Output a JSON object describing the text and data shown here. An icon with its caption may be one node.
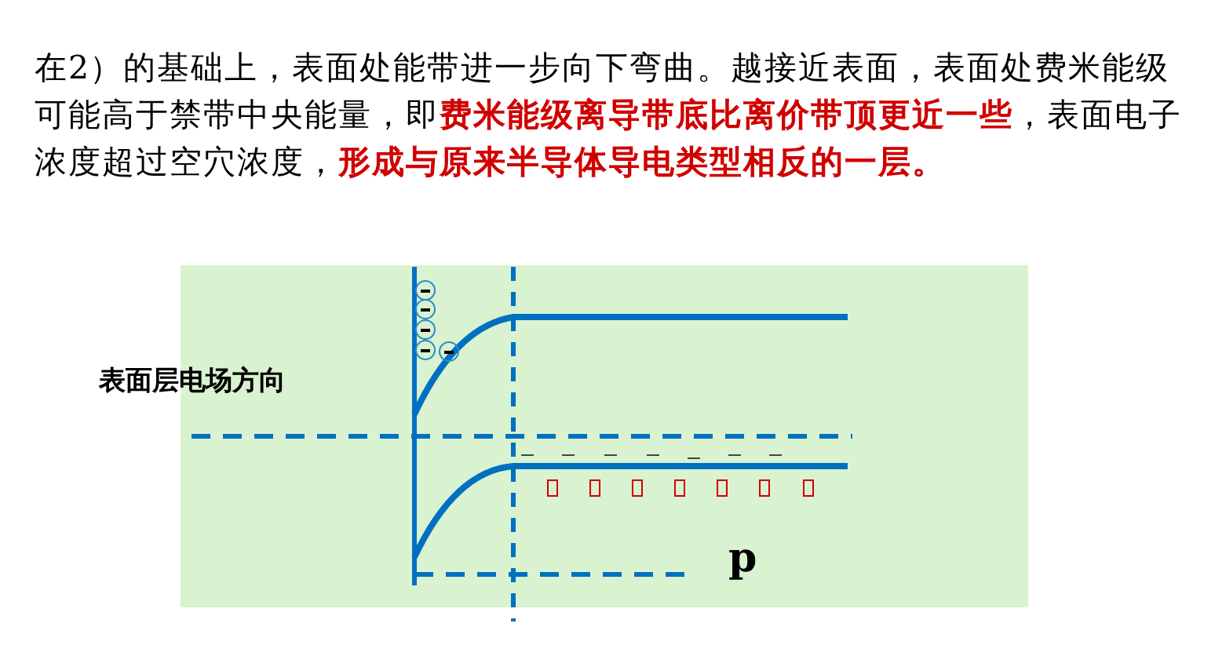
{
  "diagram": {
    "labels": [
      "在2）的基础上，表面处能带进一步向下弯曲。越接近表面，表面处费米能级可能高于禁带中央能量，即",
      "费米能级离导带底比离价带顶更近一些",
      "，表面电子浓度超过空穴浓度，",
      "形成与原来半导体导电类型相反的一层。",
      "表面层电场方向",
      "p"
    ]
  }
}
